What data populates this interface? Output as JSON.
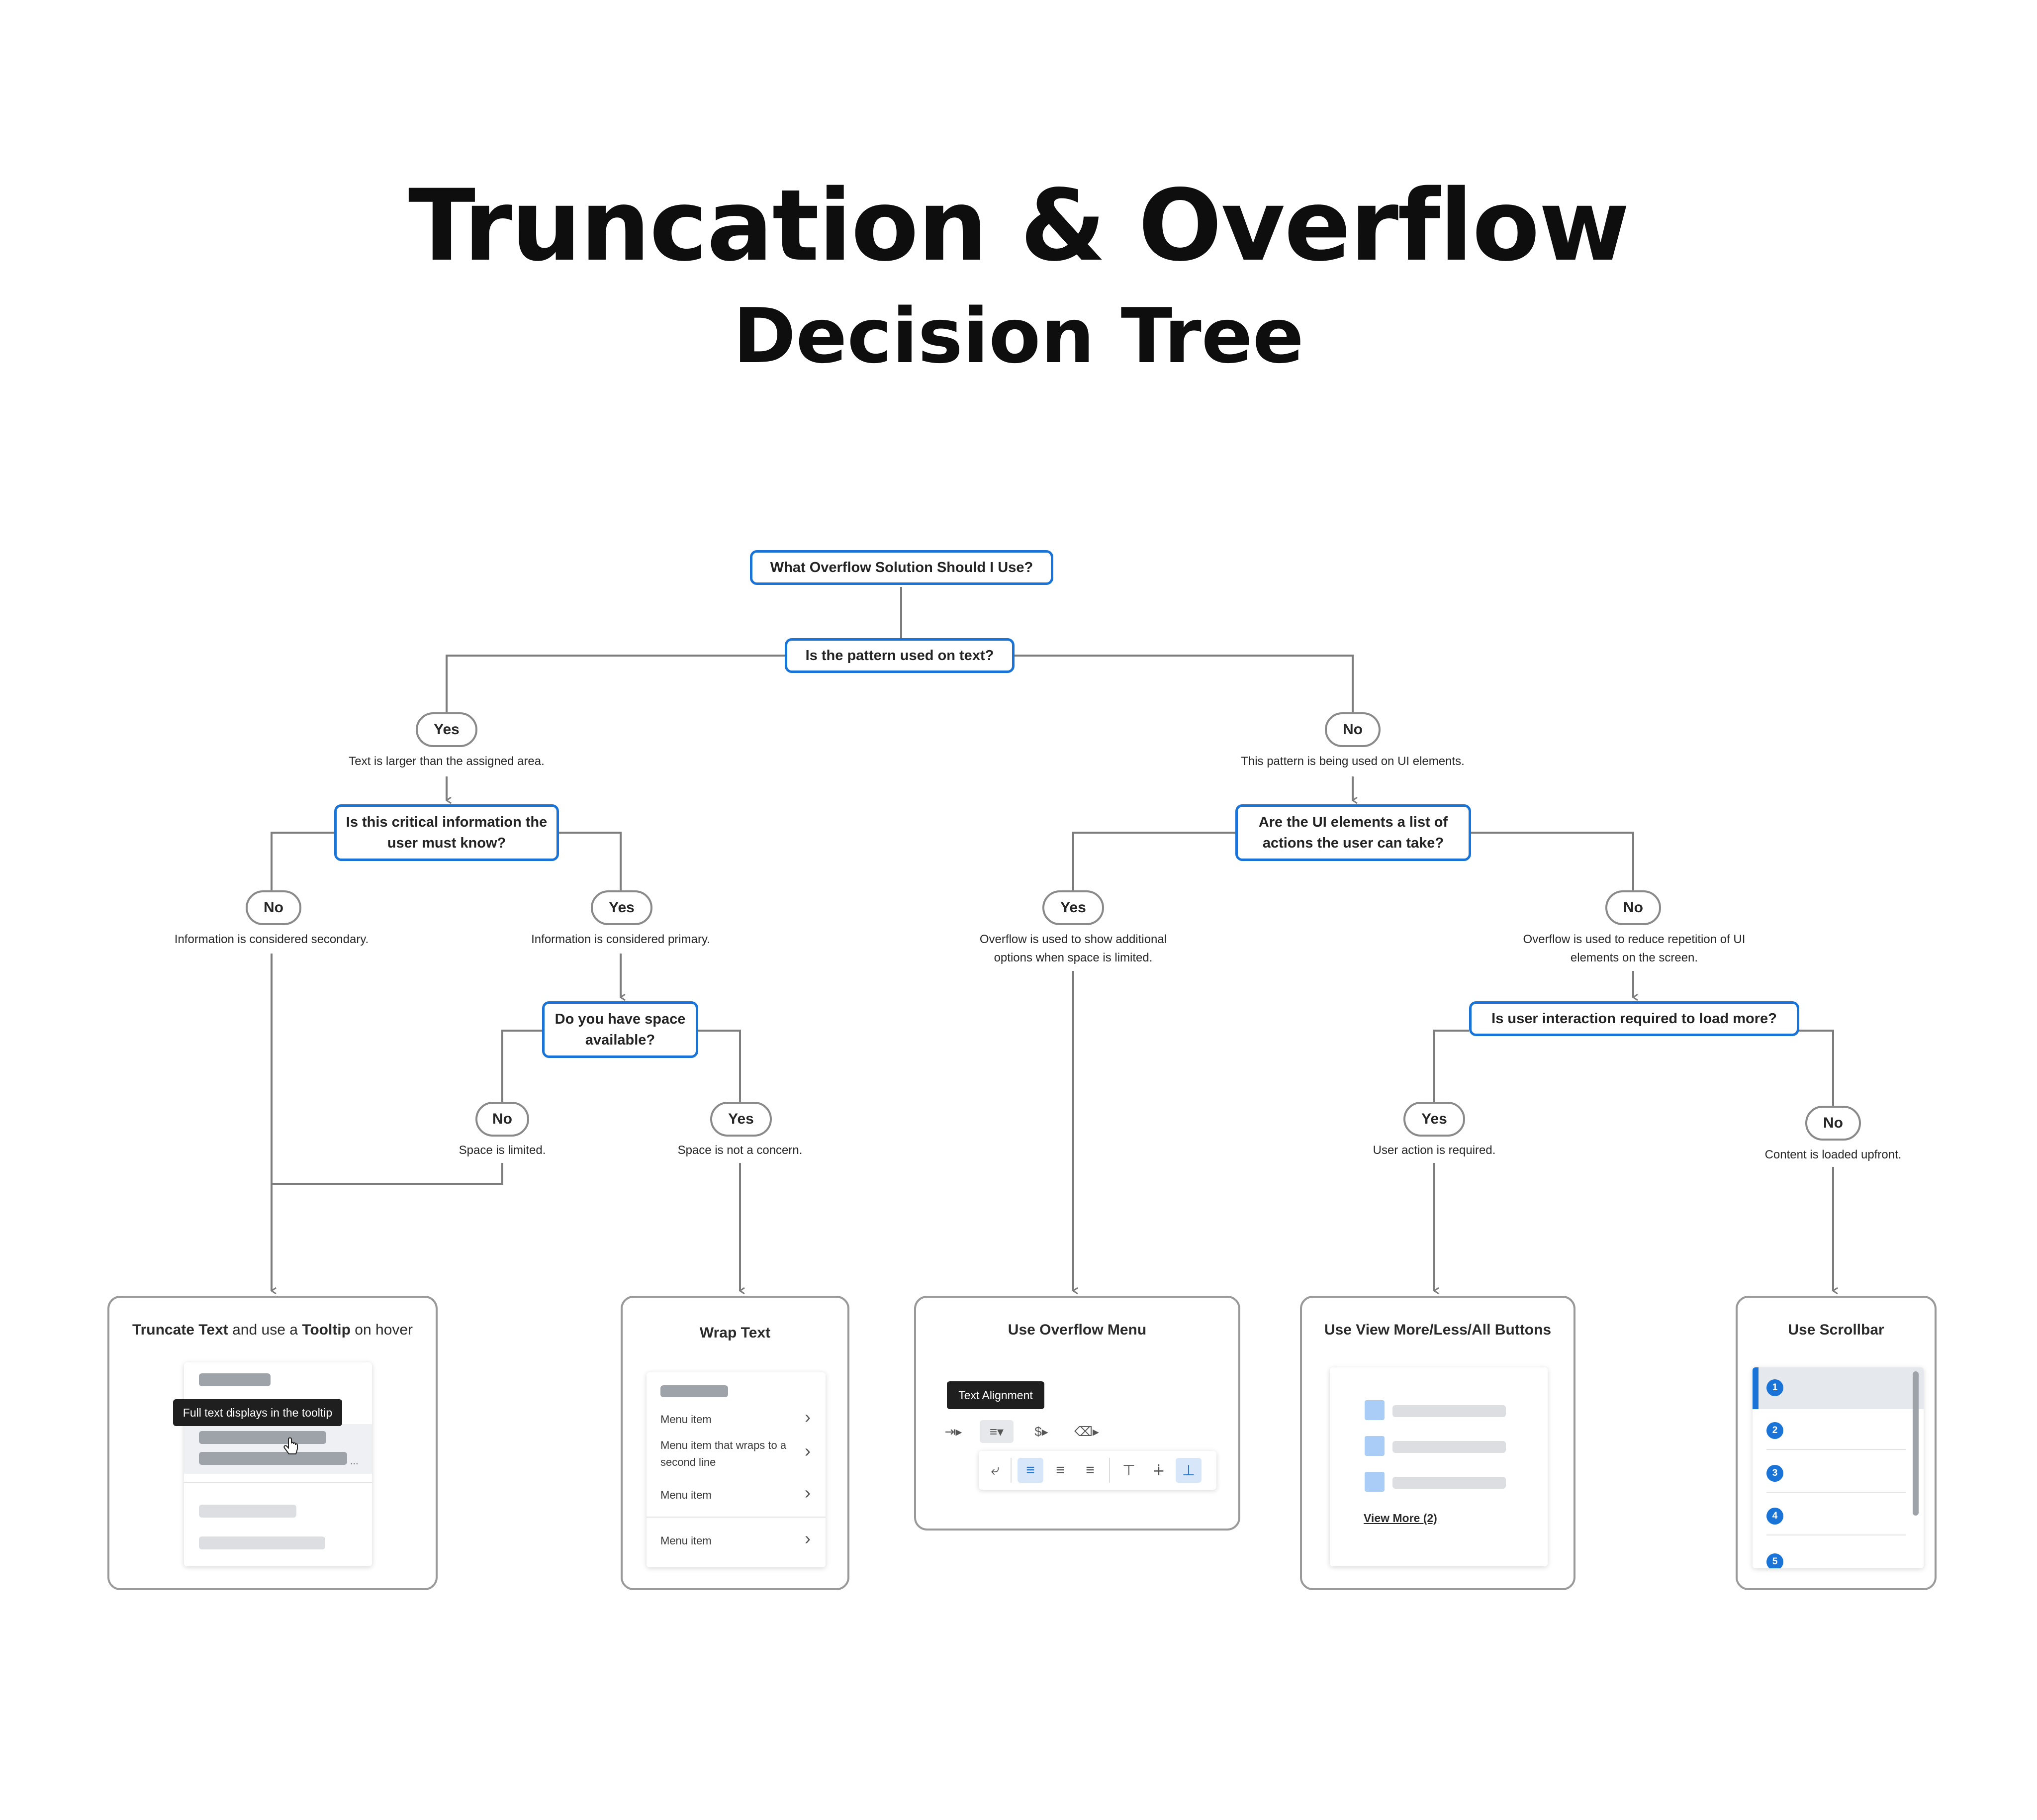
{
  "header": {
    "title": "Truncation & Overflow",
    "subtitle": "Decision Tree"
  },
  "colors": {
    "accent": "#1a73d6",
    "connector": "#7d7d7d",
    "pill_border": "#8a8a8a"
  },
  "nodes": {
    "root": "What Overflow Solution Should I Use?",
    "q_text": "Is the pattern used on text?",
    "q_critical": "Is this critical information the user must know?",
    "q_space": "Do you have space available?",
    "q_list": "Are the UI elements a list of actions the user can take?",
    "q_interaction": "Is user interaction required to load more?"
  },
  "answers": {
    "text_yes": {
      "label": "Yes",
      "note": "Text is larger than the assigned area."
    },
    "text_no": {
      "label": "No",
      "note": "This pattern is being used on UI elements."
    },
    "critical_no": {
      "label": "No",
      "note": "Information is considered secondary."
    },
    "critical_yes": {
      "label": "Yes",
      "note": "Information is considered primary."
    },
    "space_no": {
      "label": "No",
      "note": "Space is limited."
    },
    "space_yes": {
      "label": "Yes",
      "note": "Space is not a concern."
    },
    "list_yes": {
      "label": "Yes",
      "note": "Overflow is used to show additional options when space is limited."
    },
    "list_no": {
      "label": "No",
      "note": "Overflow is used to reduce repetition of UI elements on the screen."
    },
    "interaction_yes": {
      "label": "Yes",
      "note": "User action is required."
    },
    "interaction_no": {
      "label": "No",
      "note": "Content is loaded upfront."
    }
  },
  "outcomes": {
    "truncate": {
      "title_parts": [
        "Truncate Text",
        " and use a ",
        "Tooltip",
        " on hover"
      ],
      "tooltip": "Full text displays in the tooltip",
      "ellipsis": "..."
    },
    "wrap": {
      "title": "Wrap Text",
      "items": [
        "Menu item",
        "Menu item that wraps to a second line",
        "Menu item",
        "Menu item"
      ]
    },
    "overflow_menu": {
      "title": "Use Overflow Menu",
      "tooltip": "Text Alignment",
      "icons": [
        "indent-icon",
        "align-dropdown-icon",
        "currency-icon",
        "eraser-icon",
        "wrap-icon",
        "align-left-icon",
        "align-center-icon",
        "align-right-icon",
        "valign-top-icon",
        "valign-middle-icon",
        "valign-bottom-icon"
      ]
    },
    "view_more": {
      "title": "Use View More/Less/All Buttons",
      "link": "View More (2)"
    },
    "scrollbar": {
      "title": "Use Scrollbar",
      "numbers": [
        "1",
        "2",
        "3",
        "4",
        "5"
      ]
    }
  }
}
